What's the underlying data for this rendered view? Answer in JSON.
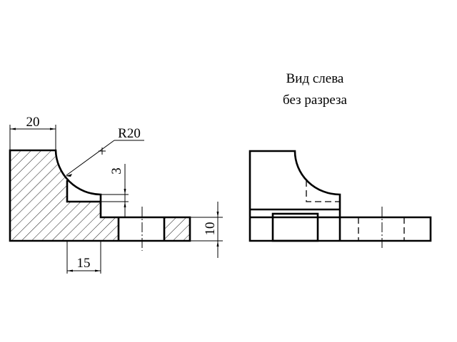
{
  "title": {
    "line1": "Вид слева",
    "line2": "без разреза"
  },
  "dimensions": {
    "width_top": "20",
    "radius": "R20",
    "step_height": "3",
    "step_width": "15",
    "base_height": "10"
  }
}
